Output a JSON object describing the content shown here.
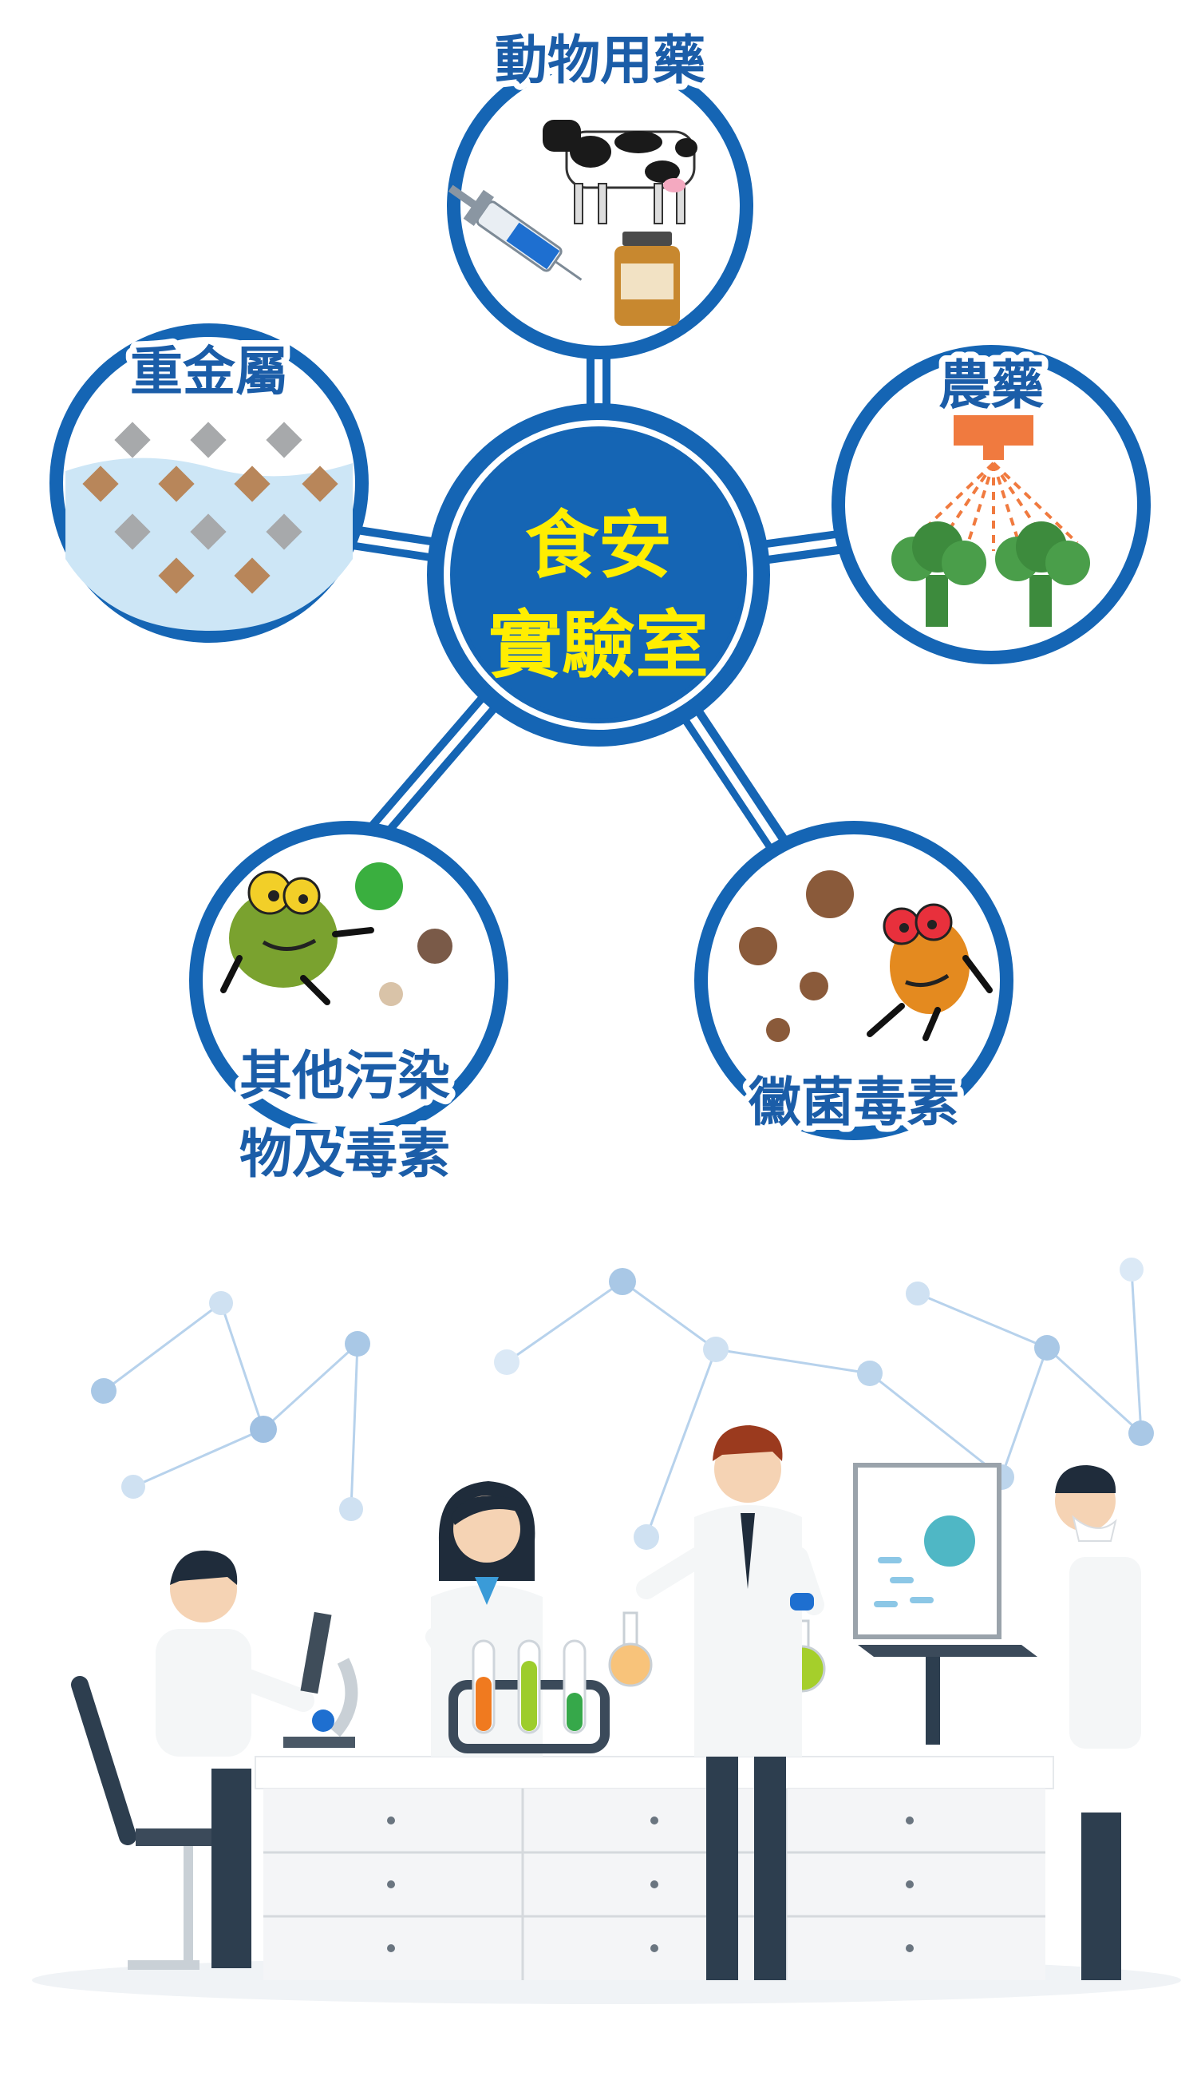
{
  "center": {
    "line1": "食安",
    "line2": "實驗室"
  },
  "nodes": {
    "veterinary_drugs": "動物用藥",
    "heavy_metals": "重金屬",
    "pesticides": "農藥",
    "other_contaminants_line1": "其他污染",
    "other_contaminants_line2": "物及毒素",
    "mycotoxins": "黴菌毒素"
  },
  "colors": {
    "primary_blue": "#1565b4",
    "center_text": "#ffee00",
    "label_text": "#1b5da8",
    "network_node": "#a9c8e6",
    "network_line": "#b7d2ec"
  }
}
